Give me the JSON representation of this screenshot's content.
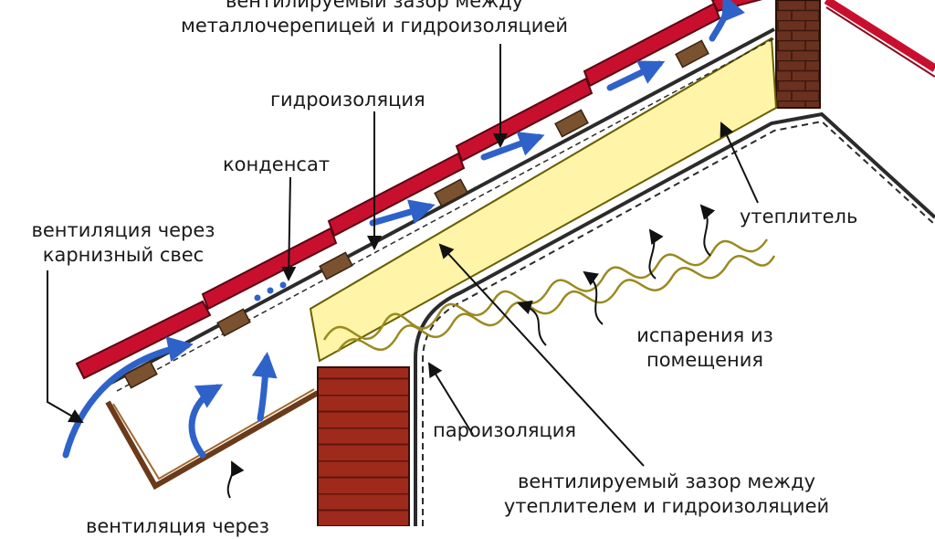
{
  "colors": {
    "tile": "#c8102e",
    "tile_dark": "#8a0a1c",
    "batten": "#7a5230",
    "insulation": "#fff4a8",
    "insulation_line": "#9a8a20",
    "airflow": "#2f62c9",
    "brick": "#9e2a1c",
    "wall": "#5a2a1a",
    "membrane": "#2b2b2b",
    "arrow": "#111111"
  },
  "icons": {
    "airflow": "airflow-arrow-icon",
    "vapour": "vapour-arrow-icon",
    "leader": "leader-arrow-icon"
  },
  "labels": {
    "gap_top": {
      "line1": "вентилируемый зазор между",
      "line2": "металлочерепицей и гидроизоляцией"
    },
    "waterproofing": "гидроизоляция",
    "condensate": "конденсат",
    "eave_vent": {
      "line1": "вентиляция через",
      "line2": "карнизный свес"
    },
    "insulation": "утеплитель",
    "vapour": {
      "line1": "испарения из",
      "line2": "помещения"
    },
    "vapour_barrier": "пароизоляция",
    "gap_bottom": {
      "line1": "вентилируемый зазор между",
      "line2": "утеплителем и гидроизоляцией"
    },
    "bottom_vent": "вентиляция через"
  }
}
